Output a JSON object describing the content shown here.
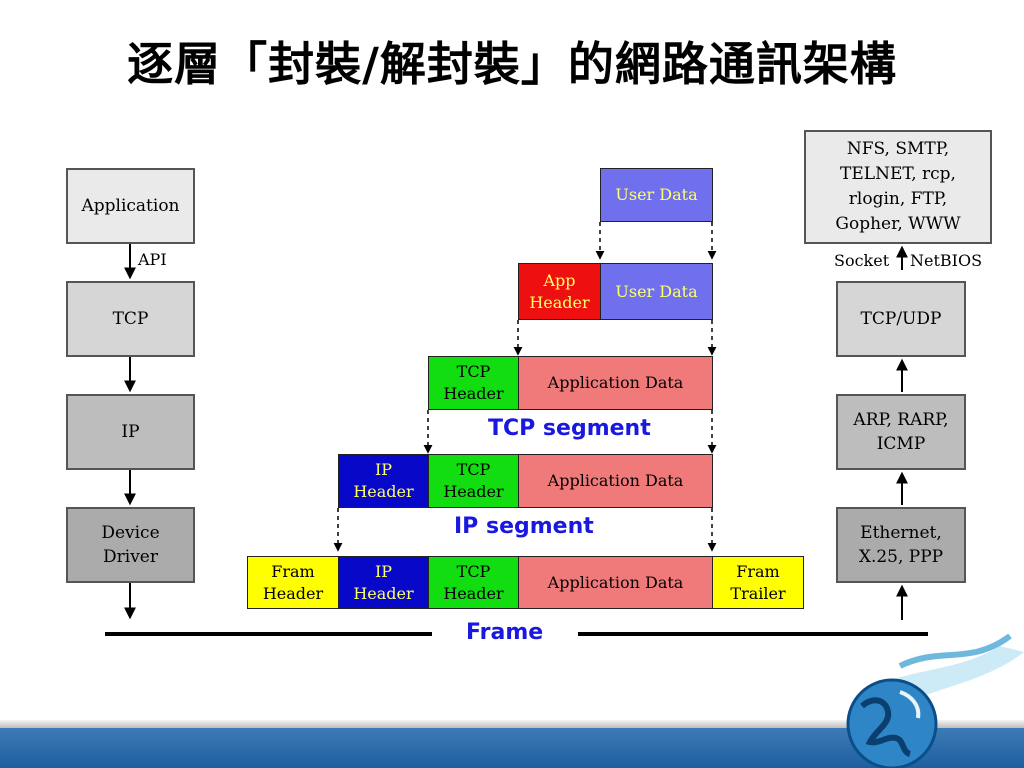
{
  "title": "逐層「封裝/解封裝」的網路通訊架構",
  "left_stack": {
    "application": "Application",
    "api_label": "API",
    "tcp": "TCP",
    "ip": "IP",
    "device_driver": "Device\nDriver"
  },
  "right_stack": {
    "protocols": "NFS, SMTP,\nTELNET, rcp,\nrlogin, FTP,\nGopher, WWW",
    "socket_label": "Socket",
    "netbios_label": "NetBIOS",
    "tcp_udp": "TCP/UDP",
    "arp": "ARP, RARP,\nICMP",
    "ethernet": "Ethernet,\nX.25, PPP"
  },
  "encapsulation": {
    "user_data": "User Data",
    "app_header": "App\nHeader",
    "tcp_header": "TCP\nHeader",
    "application_data": "Application Data",
    "ip_header": "IP\nHeader",
    "frame_header": "Fram\nHeader",
    "frame_trailer": "Fram\nTrailer",
    "tcp_segment_label": "TCP segment",
    "ip_segment_label": "IP segment",
    "frame_label": "Frame"
  }
}
